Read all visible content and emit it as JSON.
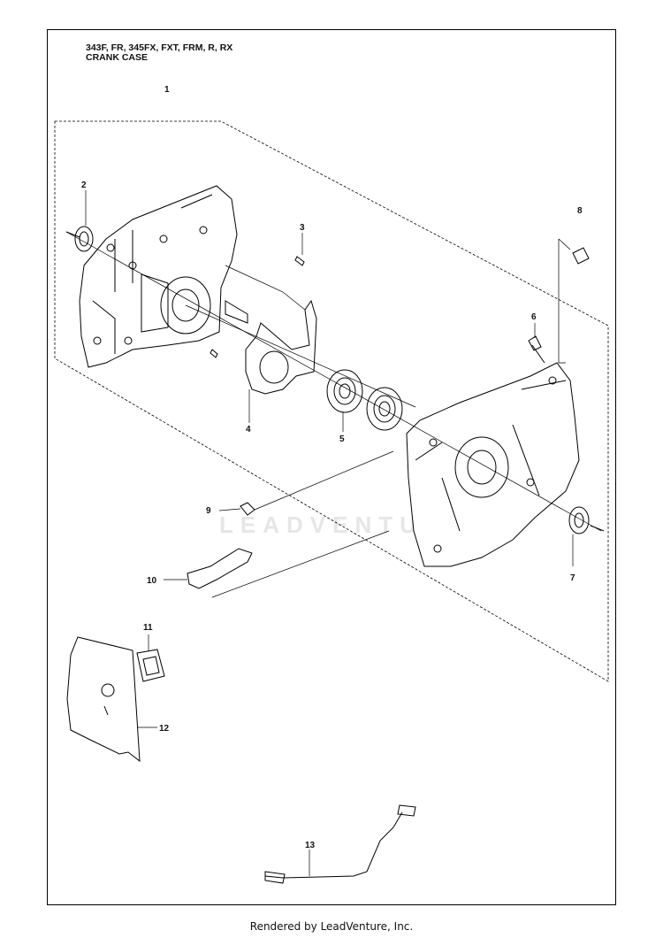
{
  "header": {
    "models": "343F, FR, 345FX, FXT, FRM, R, RX",
    "section": "CRANK CASE"
  },
  "callouts": [
    {
      "id": "1",
      "label": "1"
    },
    {
      "id": "2",
      "label": "2"
    },
    {
      "id": "3",
      "label": "3"
    },
    {
      "id": "4",
      "label": "4"
    },
    {
      "id": "5",
      "label": "5"
    },
    {
      "id": "6",
      "label": "6"
    },
    {
      "id": "7",
      "label": "7"
    },
    {
      "id": "8",
      "label": "8"
    },
    {
      "id": "9",
      "label": "9"
    },
    {
      "id": "10",
      "label": "10"
    },
    {
      "id": "11",
      "label": "11"
    },
    {
      "id": "12",
      "label": "12"
    },
    {
      "id": "13",
      "label": "13"
    }
  ],
  "watermark": "LEADVENTURE",
  "footer": "Rendered by LeadVenture, Inc."
}
